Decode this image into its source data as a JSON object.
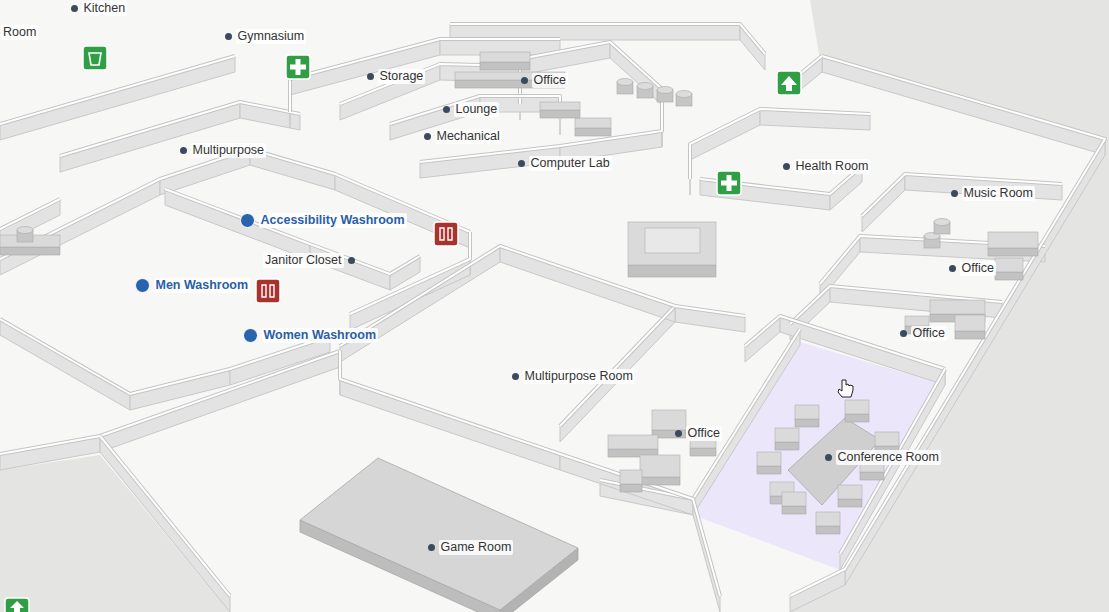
{
  "diagram": {
    "labels": [
      "Kitchen",
      "Room",
      "Gymnasium",
      "Storage",
      "Office",
      "Lounge",
      "Mechanical",
      "Computer Lab",
      "Multipurpose",
      "Health Room",
      "Music Room",
      "Accessibility Washroom",
      "Janitor Closet",
      "Office",
      "Men Washroom",
      "Office",
      "Women Washroom",
      "Multipurpose Room",
      "Office",
      "Conference Room",
      "Game Room"
    ]
  }
}
